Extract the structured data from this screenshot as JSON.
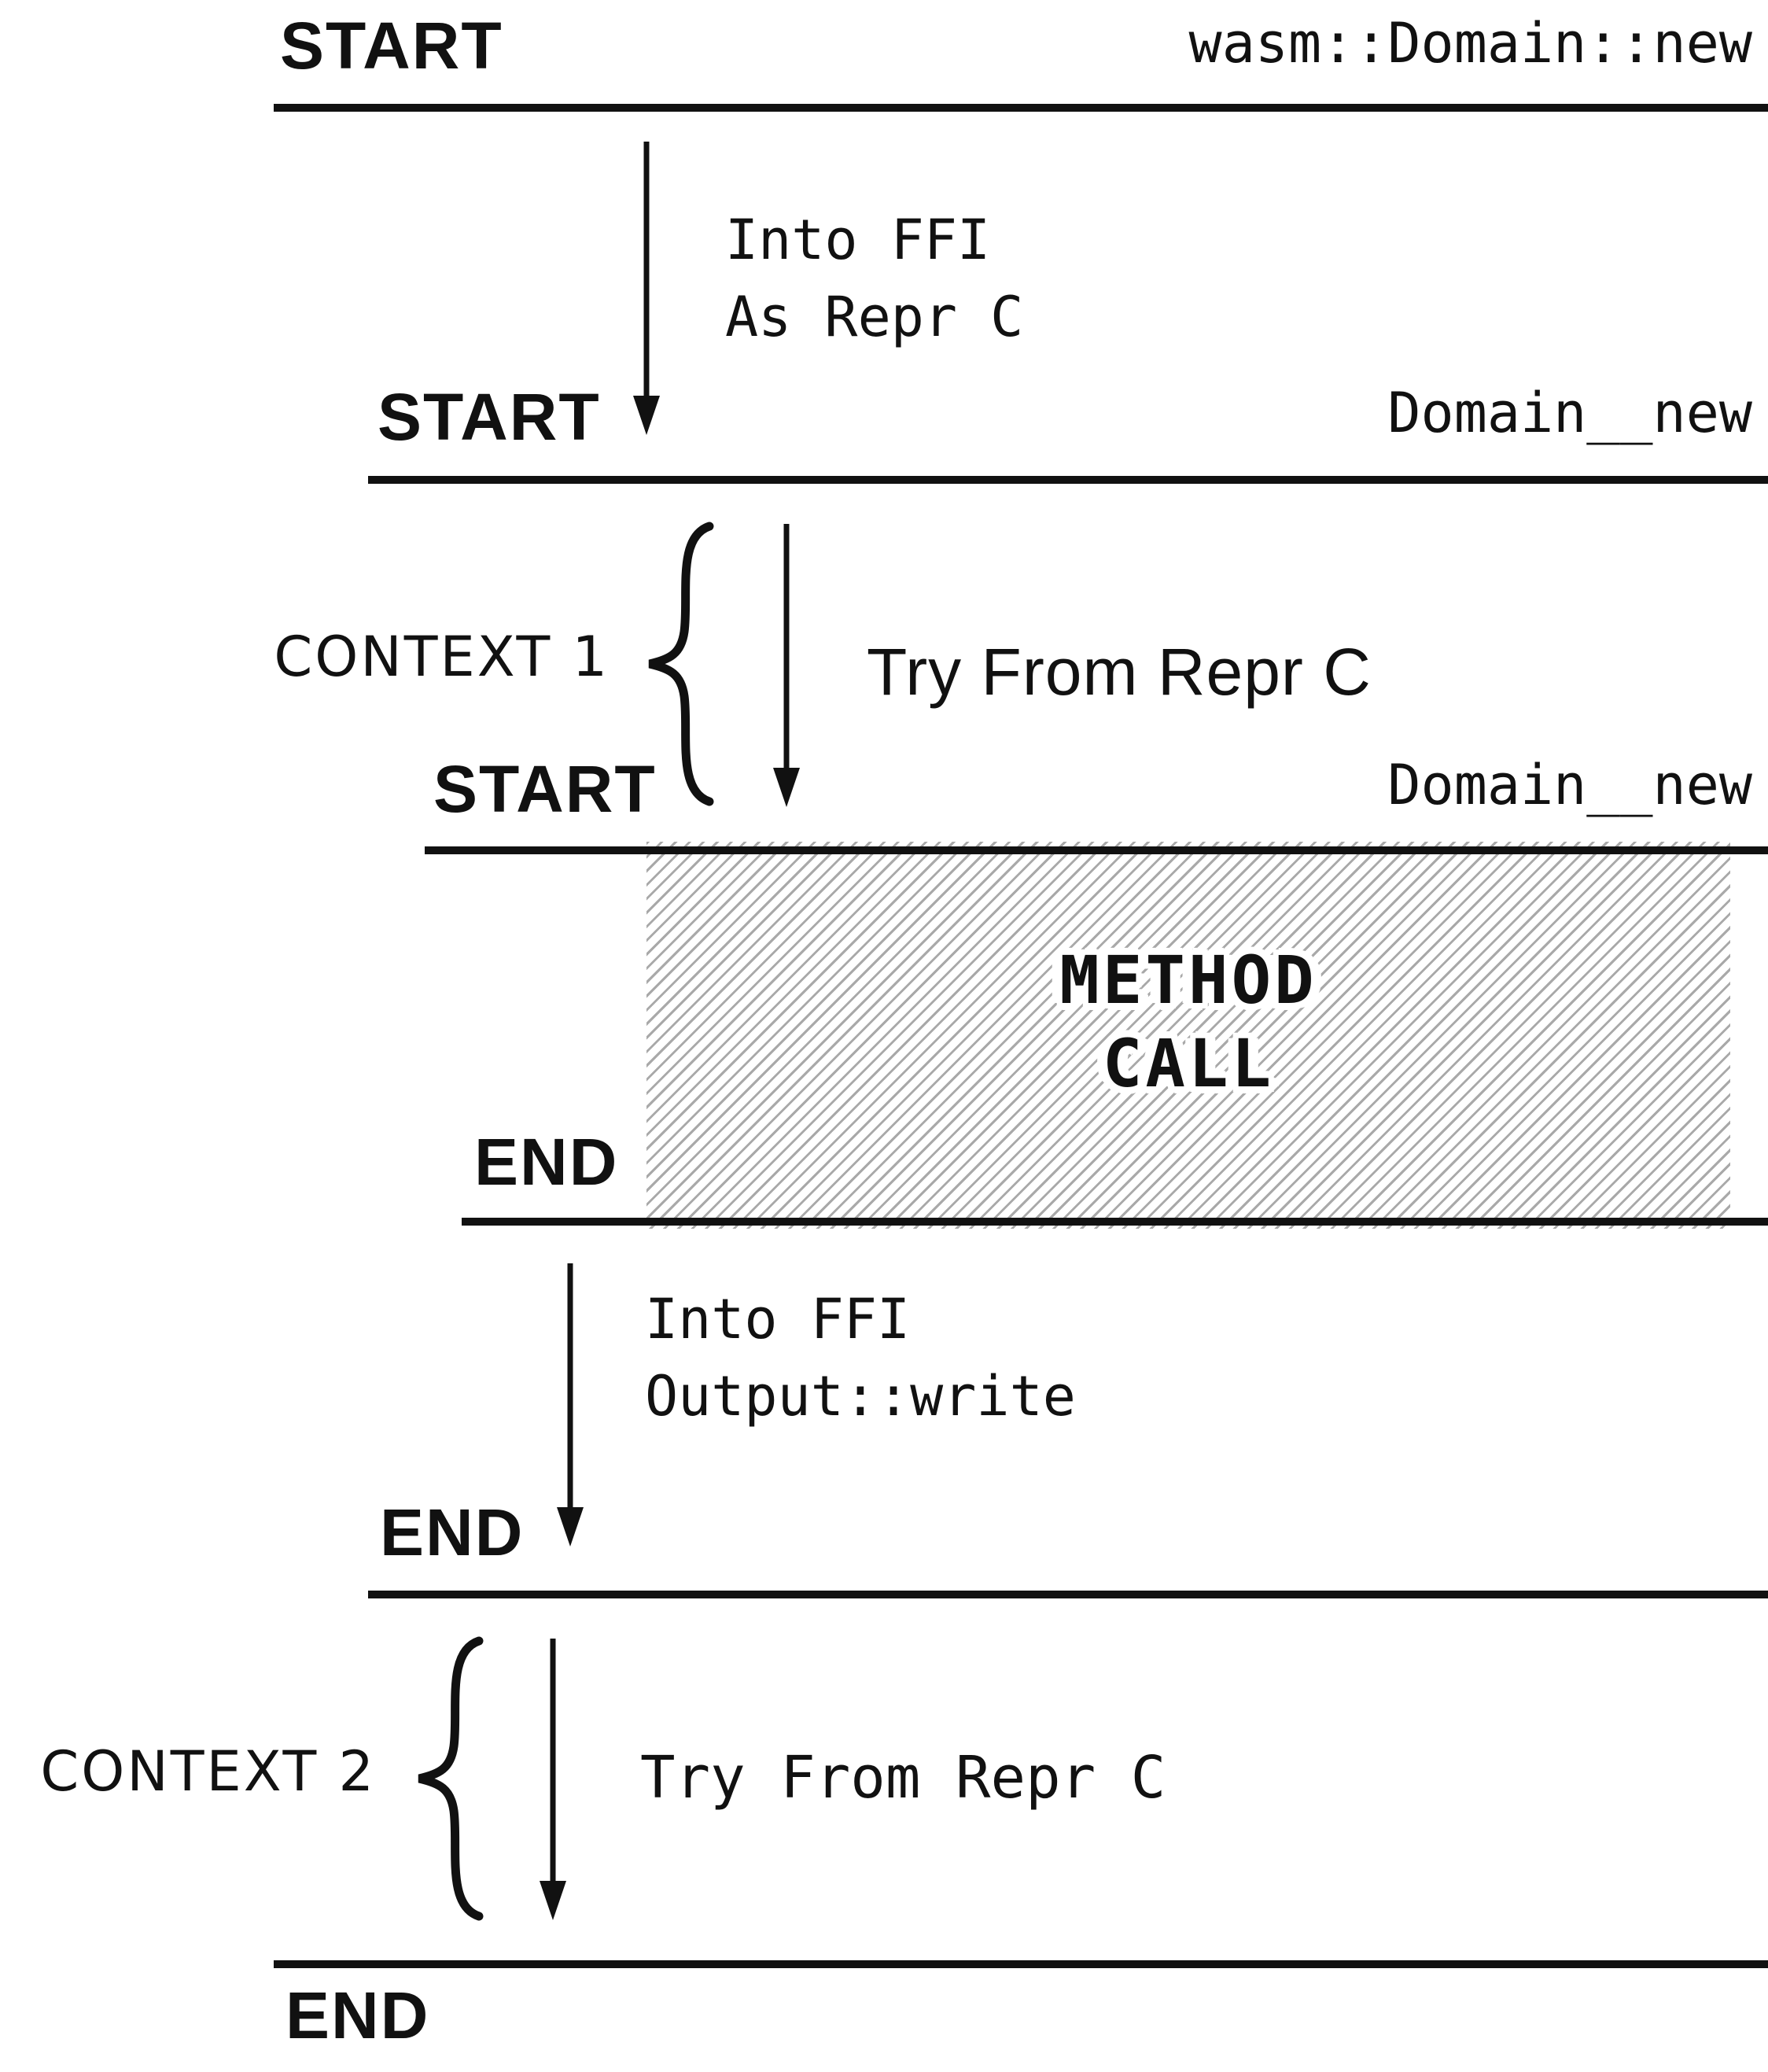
{
  "frames": [
    {
      "marker": "START",
      "function": "wasm::Domain::new"
    },
    {
      "marker": "START",
      "function": "Domain__new"
    },
    {
      "marker": "START",
      "function": "Domain__new"
    },
    {
      "marker": "END"
    },
    {
      "marker": "END"
    },
    {
      "marker": "END"
    }
  ],
  "transitions": [
    {
      "lines": [
        "Into FFI",
        "As Repr C"
      ]
    },
    {
      "context": "CONTEXT 1",
      "label": "Try From Repr C"
    },
    {
      "lines": [
        "Into FFI",
        "Output::write"
      ]
    },
    {
      "context": "CONTEXT 2",
      "label": "Try From Repr C"
    }
  ],
  "method_call": {
    "line1": "METHOD",
    "line2": "CALL"
  },
  "colors": {
    "ink": "#111111",
    "hatch": "#a9a9a9",
    "background": "#ffffff"
  }
}
